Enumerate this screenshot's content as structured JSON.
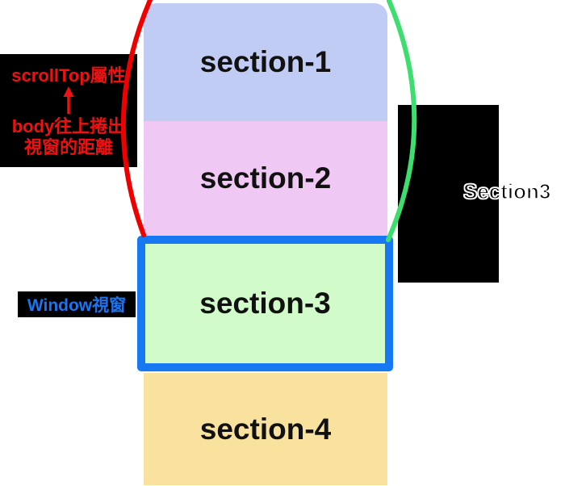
{
  "diagram": {
    "sections": [
      {
        "label": "section-1",
        "color": "#c1ccf5"
      },
      {
        "label": "section-2",
        "color": "#f0c8f4"
      },
      {
        "label": "section-3",
        "color": "#d2fbca"
      },
      {
        "label": "section-4",
        "color": "#f9e19e"
      }
    ],
    "window_box": {
      "border_color": "#1779f2"
    },
    "scrolltop_callout": {
      "title": "scrollTop屬性",
      "arrow_icon": "up-arrow",
      "desc_line1": "body往上捲出",
      "desc_line2": "視窗的距離",
      "text_color": "#ee1111",
      "bg_color": "#000000"
    },
    "window_callout": {
      "label": "Window視窗",
      "text_color": "#1a75f0",
      "bg_color": "#000000"
    },
    "right_callout": {
      "label": "Section3",
      "text_color": "#000000",
      "outline_color": "#ffffff",
      "bg_color": "#000000"
    },
    "left_brace": {
      "color": "#ee0000"
    },
    "right_brace": {
      "color": "#3ede6e"
    }
  }
}
